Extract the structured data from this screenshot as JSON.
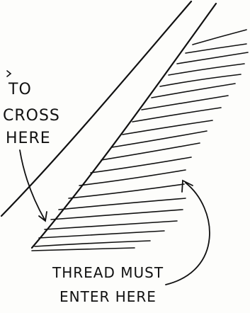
{
  "labels": {
    "cross_line1": "TO",
    "cross_line2": "CROSS",
    "cross_line3": "HERE",
    "enter_line1": "THREAD MUST",
    "enter_line2": "ENTER HERE"
  },
  "ink_color": "#111111",
  "paper_color": "#fdfdfb"
}
